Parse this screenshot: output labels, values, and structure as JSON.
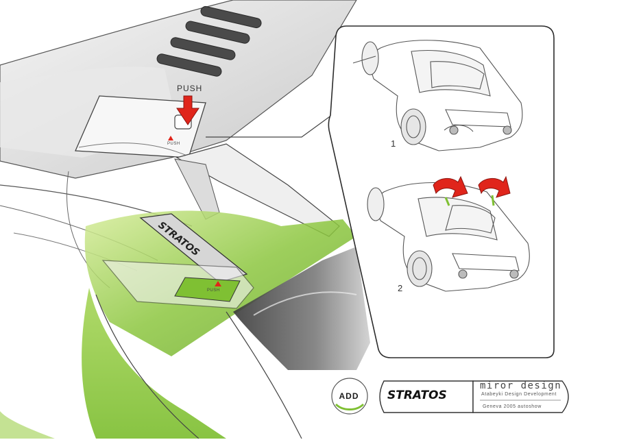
{
  "sketch": {
    "push_label": "PUSH",
    "small_push_upper": "PUSH",
    "small_push_lower": "PUSH",
    "badge_logo": "STRATOS"
  },
  "inset": {
    "step1": "1",
    "step2": "2"
  },
  "title_block": {
    "adj_logo": "ADD",
    "brand_logo": "STRATOS",
    "studio_name": "miror design",
    "studio_subtitle": "Atabeyki Design Development",
    "event": "Geneva 2005 autoshow"
  },
  "colors": {
    "accent_green": "#8cc63f",
    "arrow_red": "#e0251b",
    "ink": "#2b2b2b"
  }
}
